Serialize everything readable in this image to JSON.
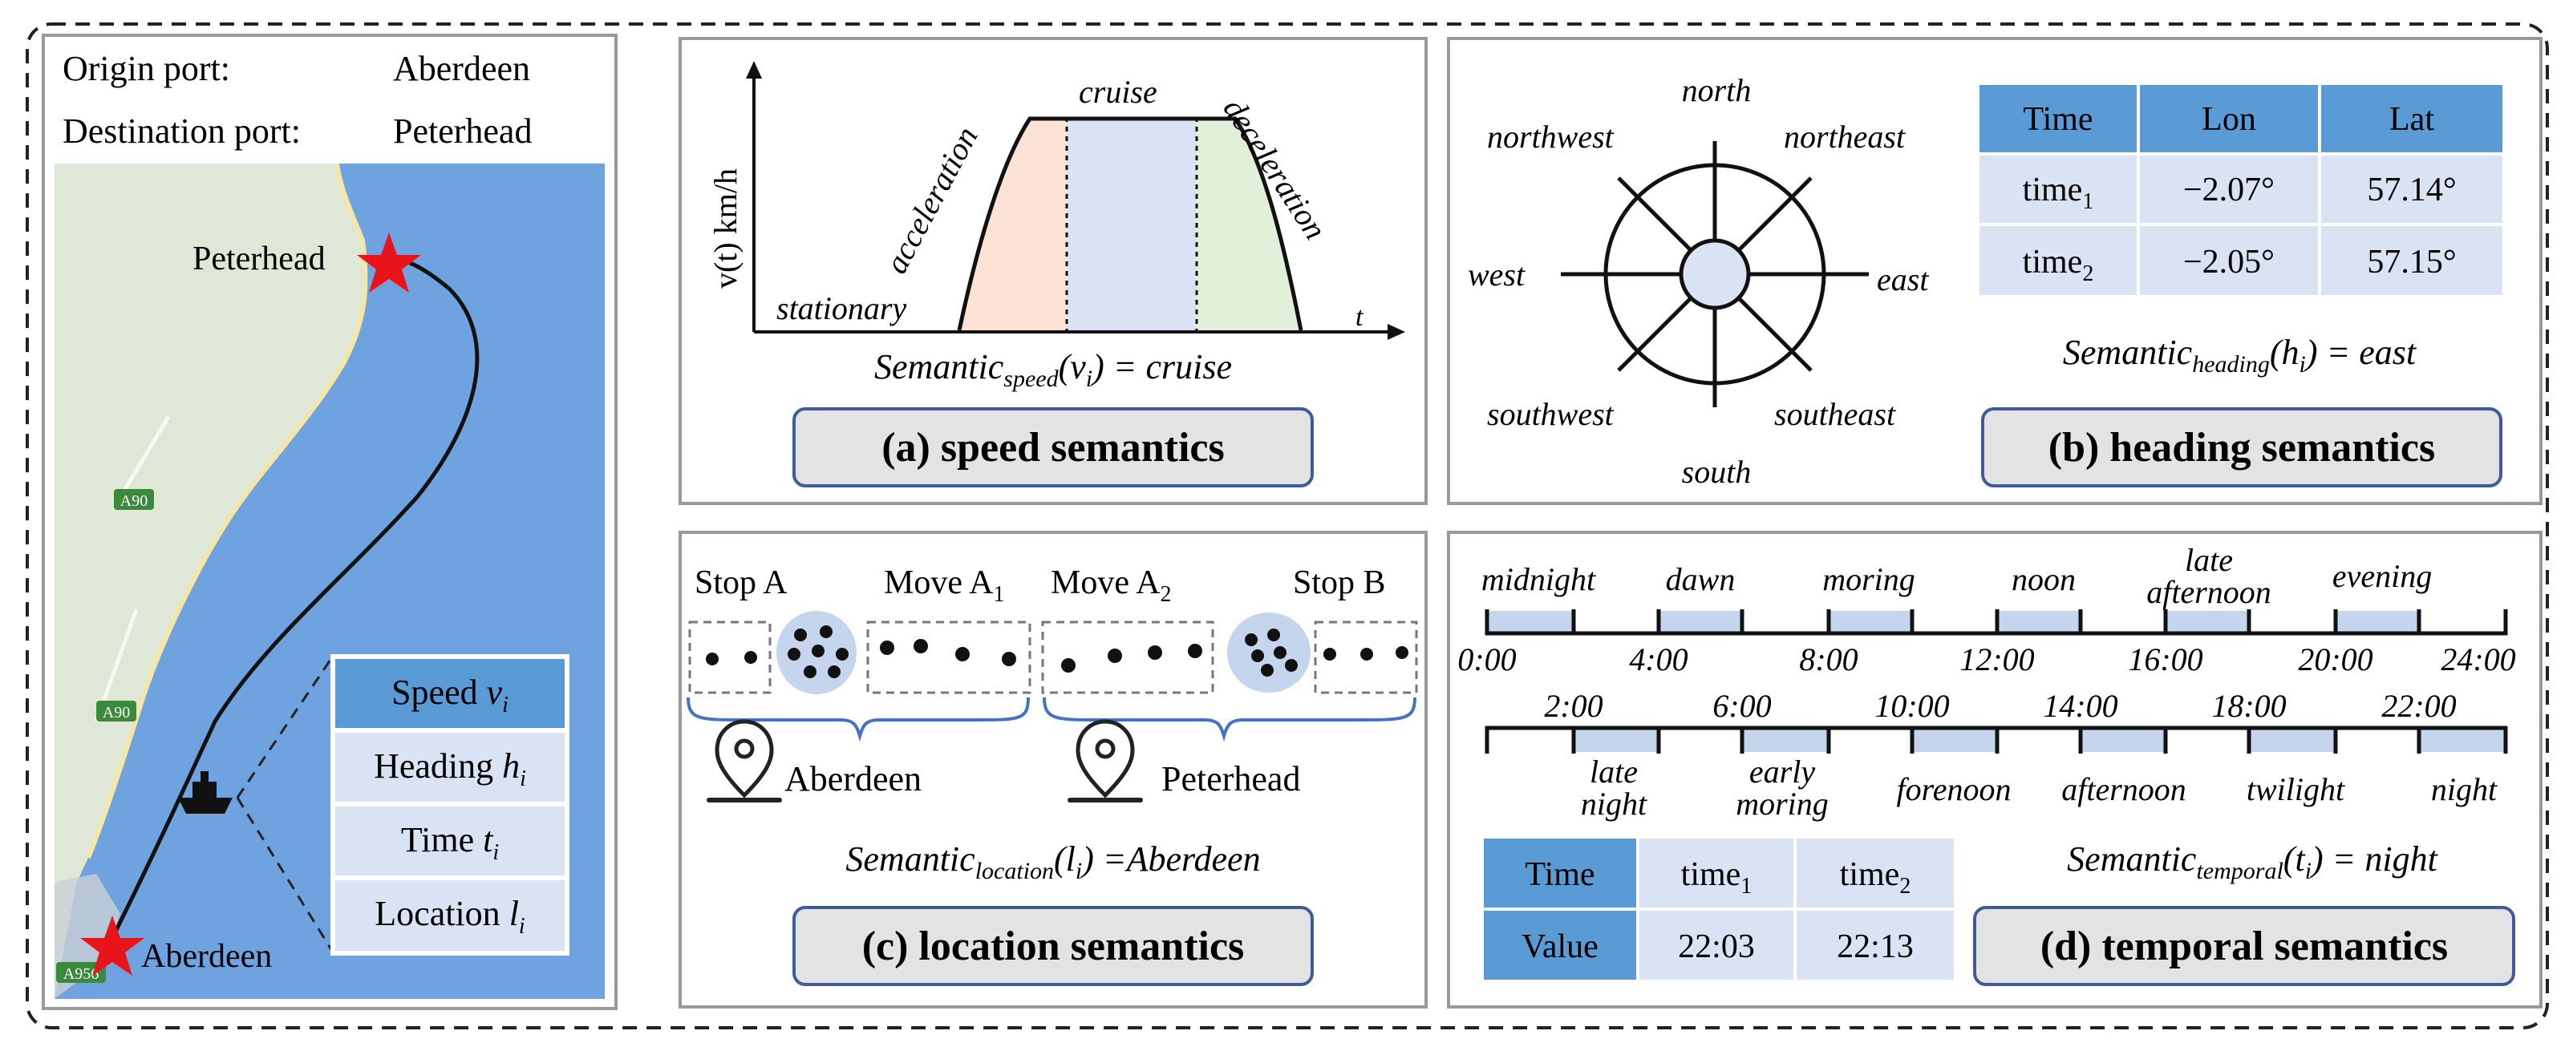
{
  "route": {
    "origin_label": "Origin port:",
    "origin_value": "Aberdeen",
    "dest_label": "Destination port:",
    "dest_value": "Peterhead",
    "map_peterhead": "Peterhead",
    "map_aberdeen": "Aberdeen",
    "road_a90_top": "A90",
    "road_a90_bottom": "A90",
    "road_a956": "A956",
    "attr_speed": "Speed",
    "attr_speed_var": "v",
    "attr_heading": "Heading",
    "attr_heading_var": "h",
    "attr_time": "Time",
    "attr_time_var": "t",
    "attr_location": "Location",
    "attr_location_var": "l",
    "attr_sub": "i"
  },
  "speed": {
    "y_axis": "v(t) km/h",
    "x_axis": "t",
    "stationary": "stationary",
    "acceleration": "acceleration",
    "cruise": "cruise",
    "deceleration": "deceleration",
    "formula_left": "Semantic",
    "formula_sub": "speed",
    "formula_arg": "(v",
    "formula_arg_sub": "i",
    "formula_right": ") = cruise",
    "title": "(a) speed semantics"
  },
  "heading": {
    "north": "north",
    "northwest": "northwest",
    "northeast": "northeast",
    "west": "west",
    "east": "east",
    "southwest": "southwest",
    "southeast": "southeast",
    "south": "south",
    "table_headers": [
      "Time",
      "Lon",
      "Lat"
    ],
    "row1": {
      "time": "time",
      "sub": "1",
      "lon": "−2.07°",
      "lat": "57.14°"
    },
    "row2": {
      "time": "time",
      "sub": "2",
      "lon": "−2.05°",
      "lat": "57.15°"
    },
    "formula_left": "Semantic",
    "formula_sub": "heading",
    "formula_arg": "(h",
    "formula_arg_sub": "i",
    "formula_right": ") = east",
    "title": "(b) heading semantics"
  },
  "location": {
    "stop_a": "Stop A",
    "move_a1": "Move A",
    "move_a1_sub": "1",
    "move_a2": "Move A",
    "move_a2_sub": "2",
    "stop_b": "Stop B",
    "place_left": "Aberdeen",
    "place_right": "Peterhead",
    "formula_left": "Semantic",
    "formula_sub": "location",
    "formula_arg": "(l",
    "formula_arg_sub": "i",
    "formula_right": ") =Aberdeen",
    "title": "(c) location semantics"
  },
  "temporal": {
    "top_labels": [
      "midnight",
      "dawn",
      "moring",
      "noon",
      "late",
      "afternoon",
      "evening"
    ],
    "top_ticks": [
      "0:00",
      "4:00",
      "8:00",
      "12:00",
      "16:00",
      "20:00",
      "24:00"
    ],
    "bottom_ticks": [
      "2:00",
      "6:00",
      "10:00",
      "14:00",
      "18:00",
      "22:00"
    ],
    "bottom_labels": [
      "late",
      "night",
      "early",
      "moring",
      "forenoon",
      "afternoon",
      "twilight",
      "night"
    ],
    "table_time": "Time",
    "table_value": "Value",
    "col1_head": "time",
    "col1_sub": "1",
    "col2_head": "time",
    "col2_sub": "2",
    "col1_value": "22:03",
    "col2_value": "22:13",
    "formula_left": "Semantic",
    "formula_sub": "temporal",
    "formula_arg": "(t",
    "formula_arg_sub": "i",
    "formula_right": ") = night",
    "title": "(d) temporal semantics"
  },
  "colors": {
    "sea": "#6fa3e0",
    "land": "#dfe8d7",
    "table_head": "#5b9bd5",
    "table_light": "#dae3f3",
    "title_box": "#e3e3e3",
    "title_border": "#3f5c98",
    "accel": "#fbe2d5",
    "cruise": "#dae3f3",
    "decel": "#e2f0d9"
  }
}
